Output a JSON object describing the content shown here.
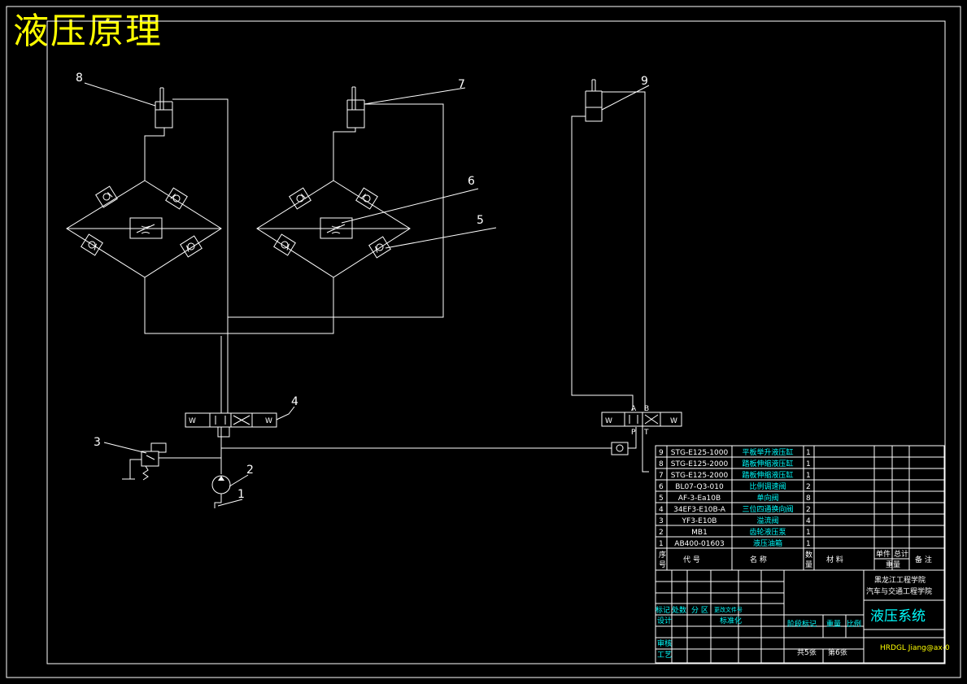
{
  "title": "液压原理",
  "callouts": [
    "1",
    "2",
    "3",
    "4",
    "5",
    "6",
    "7",
    "8",
    "9"
  ],
  "valve_port_labels": {
    "a": "A",
    "b": "B",
    "p": "P",
    "t": "T",
    "w": "W"
  },
  "parts_table": {
    "rows": [
      {
        "no": "9",
        "code": "STG-E125-1000",
        "name": "平板举升液压缸",
        "qty": "1"
      },
      {
        "no": "8",
        "code": "STG-E125-2000",
        "name": "踏板伸缩液压缸",
        "qty": "1"
      },
      {
        "no": "7",
        "code": "STG-E125-2000",
        "name": "踏板伸缩液压缸",
        "qty": "1"
      },
      {
        "no": "6",
        "code": "BL07-Q3-010",
        "name": "比例调速阀",
        "qty": "2"
      },
      {
        "no": "5",
        "code": "AF-3-Ea10B",
        "name": "单向阀",
        "qty": "8"
      },
      {
        "no": "4",
        "code": "34EF3-E10B-A",
        "name": "三位四通换向阀",
        "qty": "2"
      },
      {
        "no": "3",
        "code": "YF3-E10B",
        "name": "溢流阀",
        "qty": "4"
      },
      {
        "no": "2",
        "code": "MB1",
        "name": "齿轮液压泵",
        "qty": "1"
      },
      {
        "no": "1",
        "code": "AB400-01603",
        "name": "液压油箱",
        "qty": "1"
      }
    ],
    "header": {
      "seq": [
        "序",
        "号"
      ],
      "code": "代  号",
      "name": "名  称",
      "qty": [
        "数",
        "量"
      ],
      "material": "材    料",
      "unit_weight": "单件",
      "total_weight": "总计",
      "weight": "重量",
      "remark": "备 注"
    }
  },
  "title_block": {
    "school": "黑龙江工程学院",
    "dept": "汽车与交通工程学院",
    "drawing_title": "液压系统",
    "drawing_code": "HRDGL Jiang@ax-0",
    "mark_row": [
      "标记",
      "处数",
      "分 区",
      "更改文件号"
    ],
    "design": "设计",
    "standardize": "标准化",
    "stage_mark": "阶段标记",
    "weight": "重量",
    "scale": "比例",
    "review": "审核",
    "process": "工艺",
    "total_sheets": "共5张",
    "sheet_no": "第6张"
  }
}
